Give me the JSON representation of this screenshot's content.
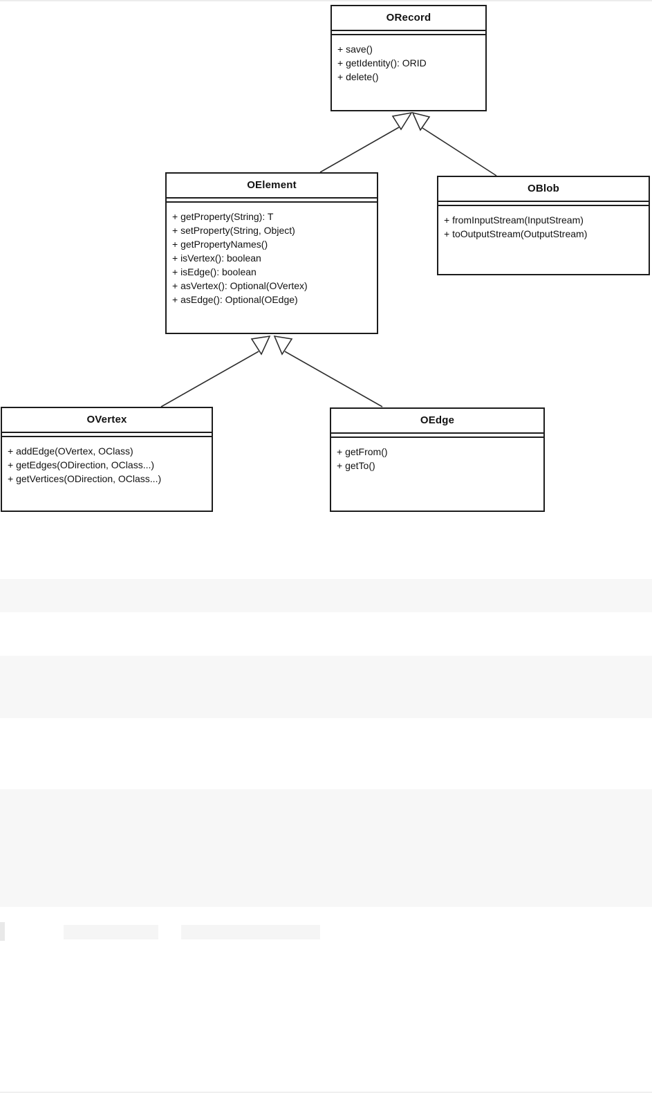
{
  "diagram": {
    "type": "uml-class-diagram",
    "classes": [
      {
        "id": "ORecord",
        "name": "ORecord",
        "methods": [
          "+ save()",
          "+ getIdentity(): ORID",
          "+ delete()"
        ]
      },
      {
        "id": "OElement",
        "name": "OElement",
        "methods": [
          "+ getProperty(String): T",
          "+ setProperty(String, Object)",
          "+ getPropertyNames()",
          "+ isVertex(): boolean",
          "+ isEdge(): boolean",
          "+ asVertex(): Optional(OVertex)",
          "+ asEdge(): Optional(OEdge)"
        ]
      },
      {
        "id": "OBlob",
        "name": "OBlob",
        "methods": [
          "+ fromInputStream(InputStream)",
          "+ toOutputStream(OutputStream)"
        ]
      },
      {
        "id": "OVertex",
        "name": "OVertex",
        "methods": [
          "+ addEdge(OVertex, OClass)",
          "+ getEdges(ODirection, OClass...)",
          "+ getVertices(ODirection, OClass...)"
        ]
      },
      {
        "id": "OEdge",
        "name": "OEdge",
        "methods": [
          "+ getFrom()",
          "+ getTo()"
        ]
      }
    ],
    "relations": [
      {
        "from": "OElement",
        "to": "ORecord",
        "type": "generalization"
      },
      {
        "from": "OBlob",
        "to": "ORecord",
        "type": "generalization"
      },
      {
        "from": "OVertex",
        "to": "OElement",
        "type": "generalization"
      },
      {
        "from": "OEdge",
        "to": "OElement",
        "type": "generalization"
      }
    ],
    "colors": {
      "box_border": "#1c1c1c",
      "box_fill": "#ffffff",
      "text": "#111111",
      "line": "#2d2d2d"
    }
  },
  "placeholders": {
    "note": "unloaded page content below diagram",
    "band_color": "#f7f7f7",
    "chip_color": "#f5f5f5",
    "edge_chip_color": "#e9e9e9",
    "top_strip_color": "#ececec",
    "bottom_strip_color": "#f0f0f0"
  }
}
